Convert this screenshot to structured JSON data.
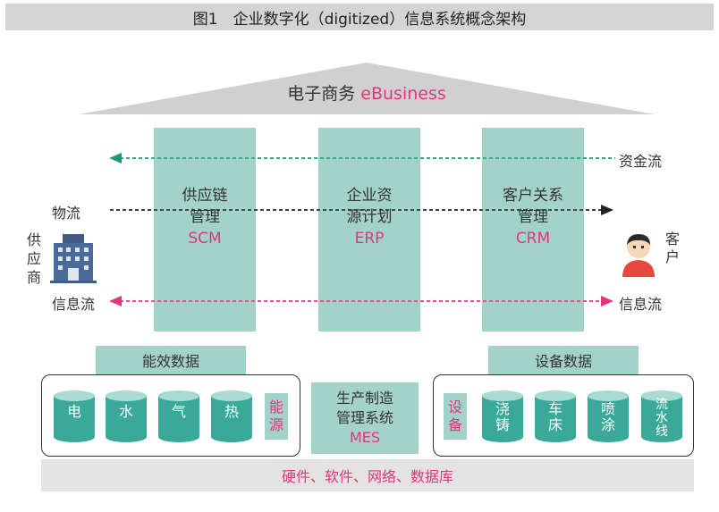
{
  "title": "图1　企业数字化（digitized）信息系统概念架构",
  "roof": {
    "label": "电子商务",
    "label_en": "eBusiness"
  },
  "columns": [
    {
      "line1": "供应链",
      "line2": "管理",
      "code": "SCM"
    },
    {
      "line1": "企业资",
      "line2": "源计划",
      "code": "ERP"
    },
    {
      "line1": "客户关系",
      "line2": "管理",
      "code": "CRM"
    }
  ],
  "flows": {
    "capital": "资金流",
    "logistics": "物流",
    "info_left": "信息流",
    "info_right": "信息流"
  },
  "supplier": {
    "c1": "供",
    "c2": "应",
    "c3": "商"
  },
  "customer": {
    "c1": "客",
    "c2": "户"
  },
  "energy": {
    "header": "能效数据",
    "items": [
      "电",
      "水",
      "气",
      "热"
    ],
    "tag": {
      "c1": "能",
      "c2": "源"
    }
  },
  "mes": {
    "line1": "生产制造",
    "line2": "管理系统",
    "code": "MES"
  },
  "equipment": {
    "header": "设备数据",
    "tag": {
      "c1": "设",
      "c2": "备"
    },
    "items": [
      {
        "l1": "浇",
        "l2": "铸"
      },
      {
        "l1": "车",
        "l2": "床"
      },
      {
        "l1": "喷",
        "l2": "涂"
      },
      {
        "l1": "流",
        "l2": "水",
        "l3": "线"
      }
    ]
  },
  "footer": "硬件、软件、网络、数据库",
  "colors": {
    "teal_light": "#a3d3c8",
    "teal_dark": "#3aa99a",
    "pink": "#e5337f",
    "green_arrow": "#1a9a7a"
  }
}
